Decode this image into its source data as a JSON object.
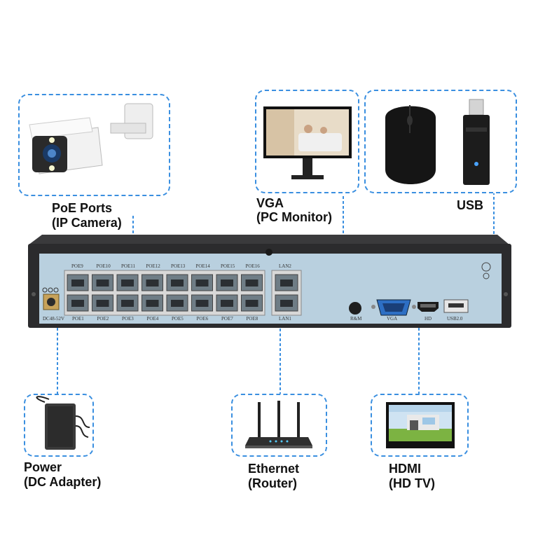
{
  "connections": {
    "poe": {
      "title": "PoE Ports",
      "subtitle": "(IP Camera)",
      "icon": "ip-camera-icon"
    },
    "vga": {
      "title": "VGA",
      "subtitle": "(PC Monitor)",
      "icon": "pc-monitor-icon"
    },
    "usb": {
      "title": "USB",
      "icon": "usb-mouse-dongle-icon"
    },
    "power": {
      "title": "Power",
      "subtitle": "(DC Adapter)",
      "icon": "dc-adapter-icon"
    },
    "ethernet": {
      "title": "Ethernet",
      "subtitle": "(Router)",
      "icon": "router-icon"
    },
    "hdmi": {
      "title": "HDMI",
      "subtitle": "(HD TV)",
      "icon": "hd-tv-icon"
    }
  },
  "device": {
    "poe_top": [
      "POE9",
      "POE10",
      "POE11",
      "POE12",
      "POE13",
      "POE14",
      "POE15",
      "POE16"
    ],
    "poe_bottom": [
      "POE1",
      "POE2",
      "POE3",
      "POE4",
      "POE5",
      "POE6",
      "POE7",
      "POE8"
    ],
    "lan_top": "LAN2",
    "lan_bottom": "LAN1",
    "dc_label": "DC48-52V",
    "vga_label": "VGA",
    "hd_label": "HD",
    "usb_label": "USB2.0",
    "reset_label": "R&M"
  },
  "colors": {
    "dashed_line": "#3a8fe0",
    "panel": "#b9d0df",
    "chassis": "#2b2b2d"
  }
}
